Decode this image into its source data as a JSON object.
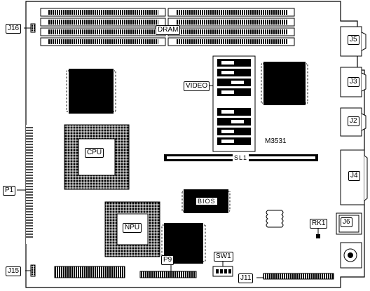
{
  "labels": {
    "j16": "J16",
    "dram": "DRAM",
    "j5": "J5",
    "video": "VIDEO",
    "j3": "J3",
    "j2": "J2",
    "cpu": "CPU",
    "model": "M3531",
    "sl1": "SL1",
    "j4": "J4",
    "p1": "P1",
    "bios": "BIOS",
    "npu": "NPU",
    "rk1": "RK1",
    "j6": "J6",
    "j15": "J15",
    "p9": "P9",
    "sw1": "SW1",
    "j11": "J11"
  }
}
